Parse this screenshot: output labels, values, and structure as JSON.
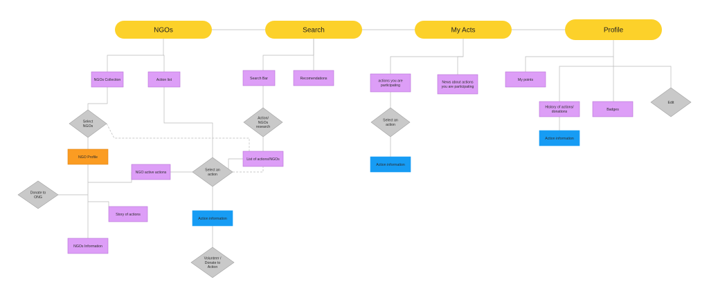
{
  "colors": {
    "pill": "#fcd12a",
    "purple": "#dd9ef7",
    "purple_stroke": "#b66fd6",
    "blue": "#179cf4",
    "orange": "#fb9c22",
    "diamond": "#c9c9c9",
    "diamond_stroke": "#9f9f9f",
    "line": "#b9b9b9"
  },
  "nodes": [
    {
      "id": "ngos",
      "shape": "pill",
      "label": "NGOs"
    },
    {
      "id": "search",
      "shape": "pill",
      "label": "Search"
    },
    {
      "id": "my-acts",
      "shape": "pill",
      "label": "My Acts"
    },
    {
      "id": "profile",
      "shape": "pill",
      "label": "Profile"
    },
    {
      "id": "ngos-collection",
      "shape": "rect",
      "style": "purple",
      "label": "NGOs Collection"
    },
    {
      "id": "action-list",
      "shape": "rect",
      "style": "purple",
      "label": "Action list"
    },
    {
      "id": "select-ngos",
      "shape": "diamond",
      "label": "Select\nNGOs"
    },
    {
      "id": "ngo-profile",
      "shape": "rect",
      "style": "orange",
      "label": "NGO Profile"
    },
    {
      "id": "ngo-active-actions",
      "shape": "rect",
      "style": "purple",
      "label": "NGO active actions"
    },
    {
      "id": "donate-to-ong",
      "shape": "diamond",
      "label": "Donate to\nONG"
    },
    {
      "id": "story-of-actions",
      "shape": "rect",
      "style": "purple",
      "label": "Story of actions"
    },
    {
      "id": "ngos-information",
      "shape": "rect",
      "style": "purple",
      "label": "NGOs Information"
    },
    {
      "id": "select-an-action-1",
      "shape": "diamond",
      "label": "Select an\naction"
    },
    {
      "id": "action-information-1",
      "shape": "rect",
      "style": "blue",
      "label": "Action information"
    },
    {
      "id": "volunteer-donate",
      "shape": "diamond",
      "label": "Volunteer /\nDonate to\nAction"
    },
    {
      "id": "search-bar",
      "shape": "rect",
      "style": "purple",
      "label": "Search Bar"
    },
    {
      "id": "recomendations",
      "shape": "rect",
      "style": "purple",
      "label": "Recomendations"
    },
    {
      "id": "action-ngos-research",
      "shape": "diamond",
      "label": "Action/\nNGOs\nresearch"
    },
    {
      "id": "list-of-actions-ngos",
      "shape": "rect",
      "style": "purple",
      "label": "List of actions/NGOs"
    },
    {
      "id": "actions-participating",
      "shape": "rect",
      "style": "purple",
      "label": "actions you are\nparticipating"
    },
    {
      "id": "news-about-actions",
      "shape": "rect",
      "style": "purple",
      "label": "News about actions\nyou are participating"
    },
    {
      "id": "select-an-action-2",
      "shape": "diamond",
      "label": "Select an\naction"
    },
    {
      "id": "action-information-2",
      "shape": "rect",
      "style": "blue",
      "label": "Action information"
    },
    {
      "id": "my-points",
      "shape": "rect",
      "style": "purple",
      "label": "My points"
    },
    {
      "id": "history-actions-donations",
      "shape": "rect",
      "style": "purple",
      "label": "History of actions/\ndonations"
    },
    {
      "id": "badges",
      "shape": "rect",
      "style": "purple",
      "label": "Badges"
    },
    {
      "id": "edit",
      "shape": "diamond",
      "label": "Edit"
    },
    {
      "id": "action-information-3",
      "shape": "rect",
      "style": "blue",
      "label": "Action information"
    }
  ]
}
